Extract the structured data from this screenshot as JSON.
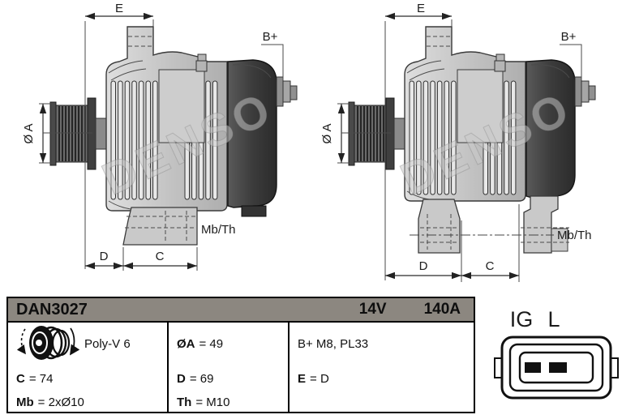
{
  "watermark": "DENSO",
  "drawing_labels": {
    "e": "E",
    "b_plus": "B+",
    "dia_a": "Ø A",
    "d": "D",
    "c": "C",
    "mb_th": "Mb/Th"
  },
  "table": {
    "part_number": "DAN3027",
    "voltage": "14V",
    "current": "140A",
    "belt_label": "Poly-V 6",
    "specs": {
      "c": {
        "label": "C",
        "value": "= 74"
      },
      "mb": {
        "label": "Mb",
        "value": "= 2xØ10"
      },
      "oa": {
        "label": "ØA",
        "value": "= 49"
      },
      "d": {
        "label": "D",
        "value": "= 69"
      },
      "th": {
        "label": "Th",
        "value": "= M10"
      },
      "b_terminal": "B+ M8, PL33",
      "e": {
        "label": "E",
        "value": "= D"
      }
    }
  },
  "connector": {
    "pin1": "IG",
    "pin2": "L"
  }
}
